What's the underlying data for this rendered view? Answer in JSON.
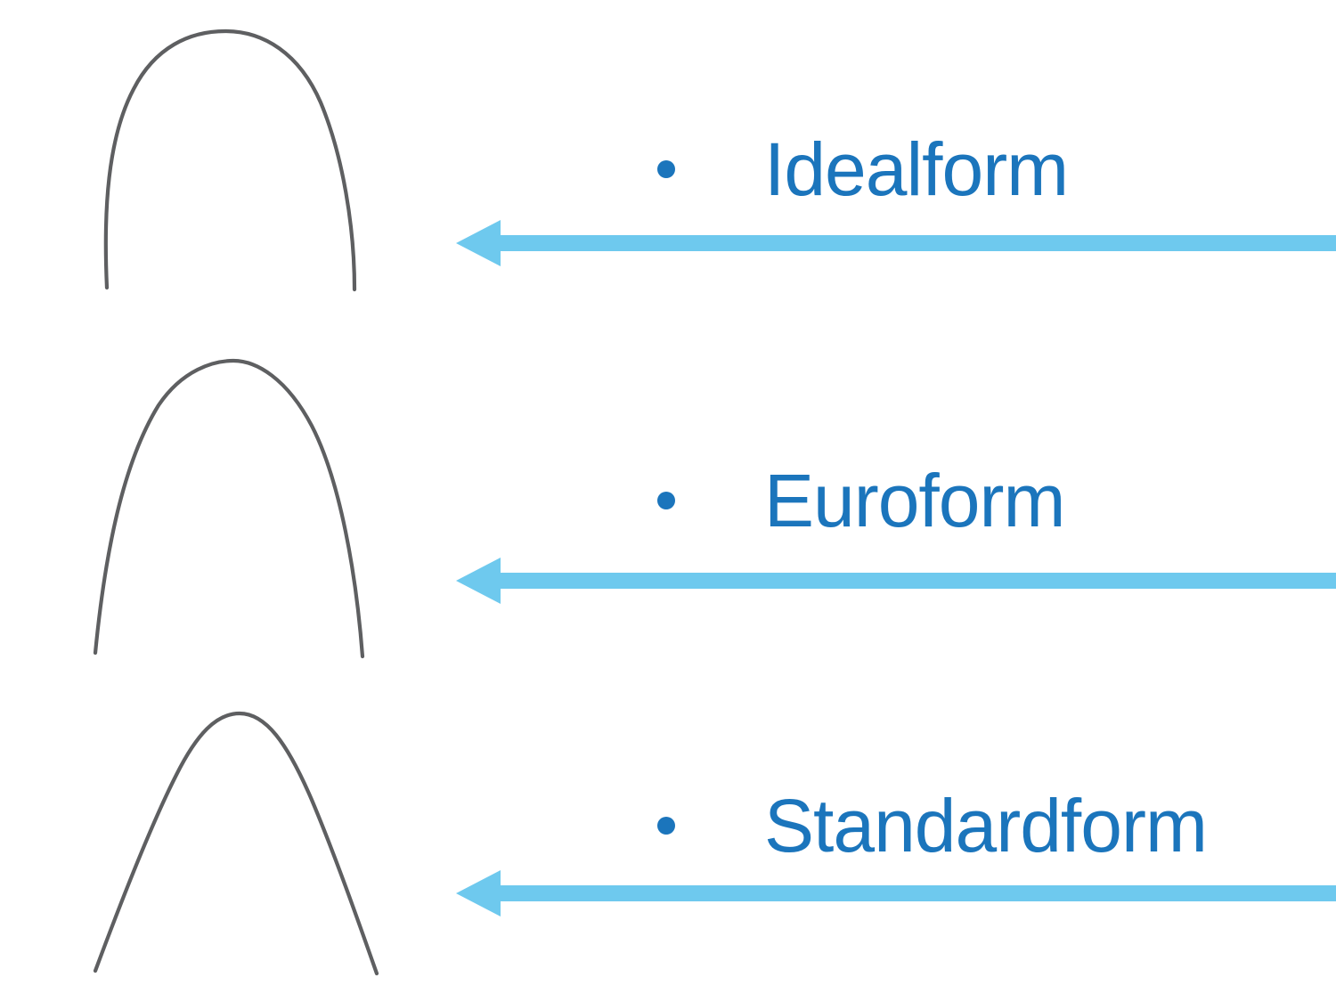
{
  "theme": {
    "accent_blue": "#1B75BC",
    "arrow_blue": "#6EC9EE",
    "wire_gray": "#5E5F61",
    "page_bg": "#FFFFFF"
  },
  "items": [
    {
      "label": "Idealform",
      "shape": "ideal-archwire"
    },
    {
      "label": "Euroform",
      "shape": "euro-archwire"
    },
    {
      "label": "Standardform",
      "shape": "standard-archwire"
    }
  ]
}
